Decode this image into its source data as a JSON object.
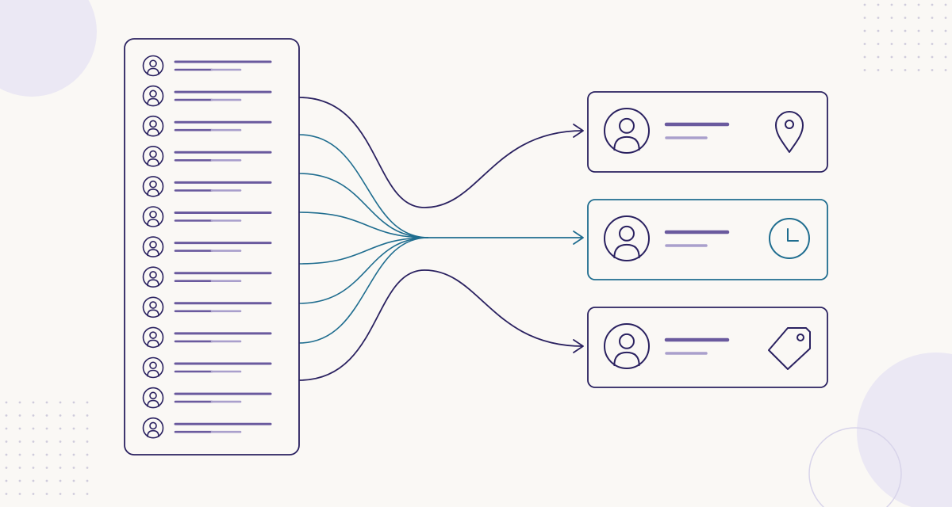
{
  "colors": {
    "background": "#faf8f5",
    "navy": "#2a2160",
    "teal": "#1f6d8f",
    "bar_dark": "#6a5a9e",
    "bar_light": "#a99fcc",
    "decor_lavender": "#ebe8f4",
    "decor_dot": "#cfcbdc"
  },
  "source_list": {
    "item_count": 13,
    "item_icon": "user-circle-icon"
  },
  "profile_cards": [
    {
      "name": "profile-card-location",
      "icon": "location-pin-icon",
      "border": "navy"
    },
    {
      "name": "profile-card-time",
      "icon": "clock-icon",
      "border": "teal"
    },
    {
      "name": "profile-card-tag",
      "icon": "price-tag-icon",
      "border": "navy"
    }
  ]
}
